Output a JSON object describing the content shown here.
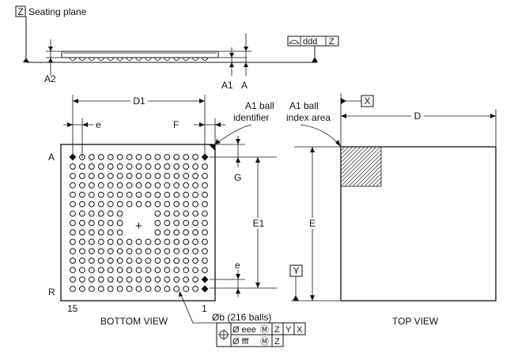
{
  "labels": {
    "z_datum": "Z",
    "seating_plane": "Seating plane",
    "a2": "A2",
    "a1_side": "A1",
    "a": "A",
    "ddd": "ddd",
    "ddd_z": "Z",
    "d1": "D1",
    "e_pitch": "e",
    "f": "F",
    "a1_ball_identifier_line1": "A1 ball",
    "a1_ball_identifier_line2": "identifier",
    "a1_ball_index_line1": "A1 ball",
    "a1_ball_index_line2": "index area",
    "x_datum": "X",
    "d": "D",
    "row_a": "A",
    "row_r": "R",
    "col_15": "15",
    "col_1": "1",
    "g": "G",
    "e1": "E1",
    "e_pitch_v": "e",
    "e": "E",
    "y_datum": "Y",
    "ball_note": "Øb (216 balls)",
    "bottom_view": "BOTTOM VIEW",
    "top_view": "TOP VIEW",
    "fcf_row1": [
      "Ø eee",
      "Ⓜ",
      "Z",
      "Y",
      "X"
    ],
    "fcf_row2": [
      "Ø fff",
      "Ⓜ",
      "Z"
    ]
  },
  "grid": {
    "rows": 15,
    "cols": 15,
    "balls": 216
  }
}
